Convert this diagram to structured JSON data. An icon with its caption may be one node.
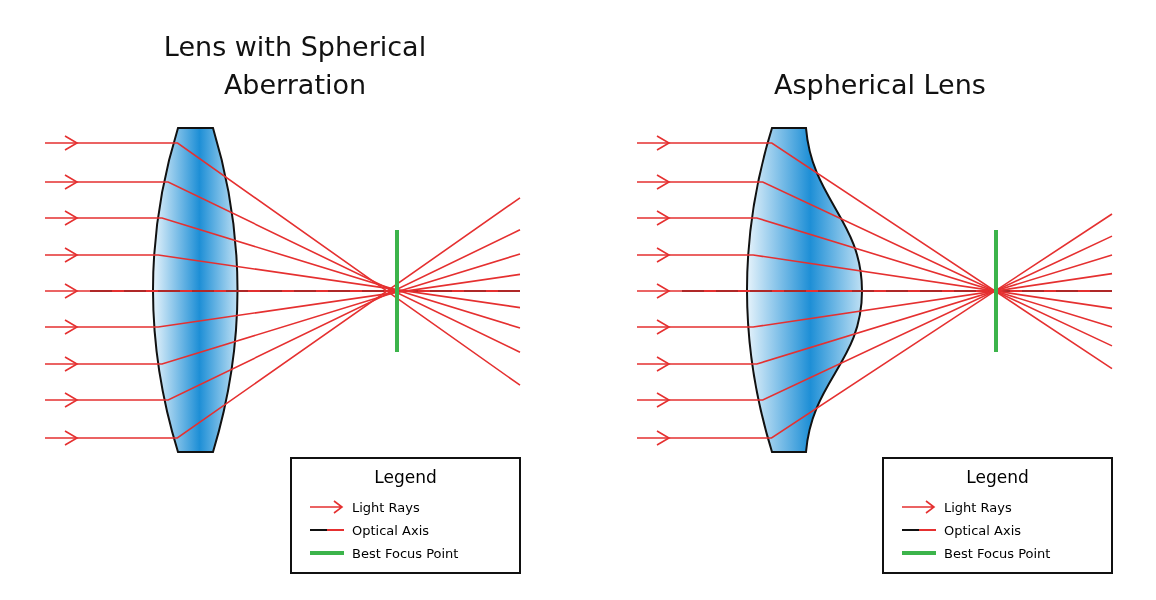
{
  "diagram": {
    "labels": [
      "Lens with Spherical Aberration",
      "Aspherical Lens",
      "Legend",
      "Legend"
    ],
    "legend": [
      {
        "text": "Light Rays"
      },
      {
        "text": "Optical Axis"
      },
      {
        "text": "Best Focus Point"
      },
      {
        "text": "Light Rays"
      },
      {
        "text": "Optical Axis"
      },
      {
        "text": "Best Focus Point"
      }
    ]
  }
}
